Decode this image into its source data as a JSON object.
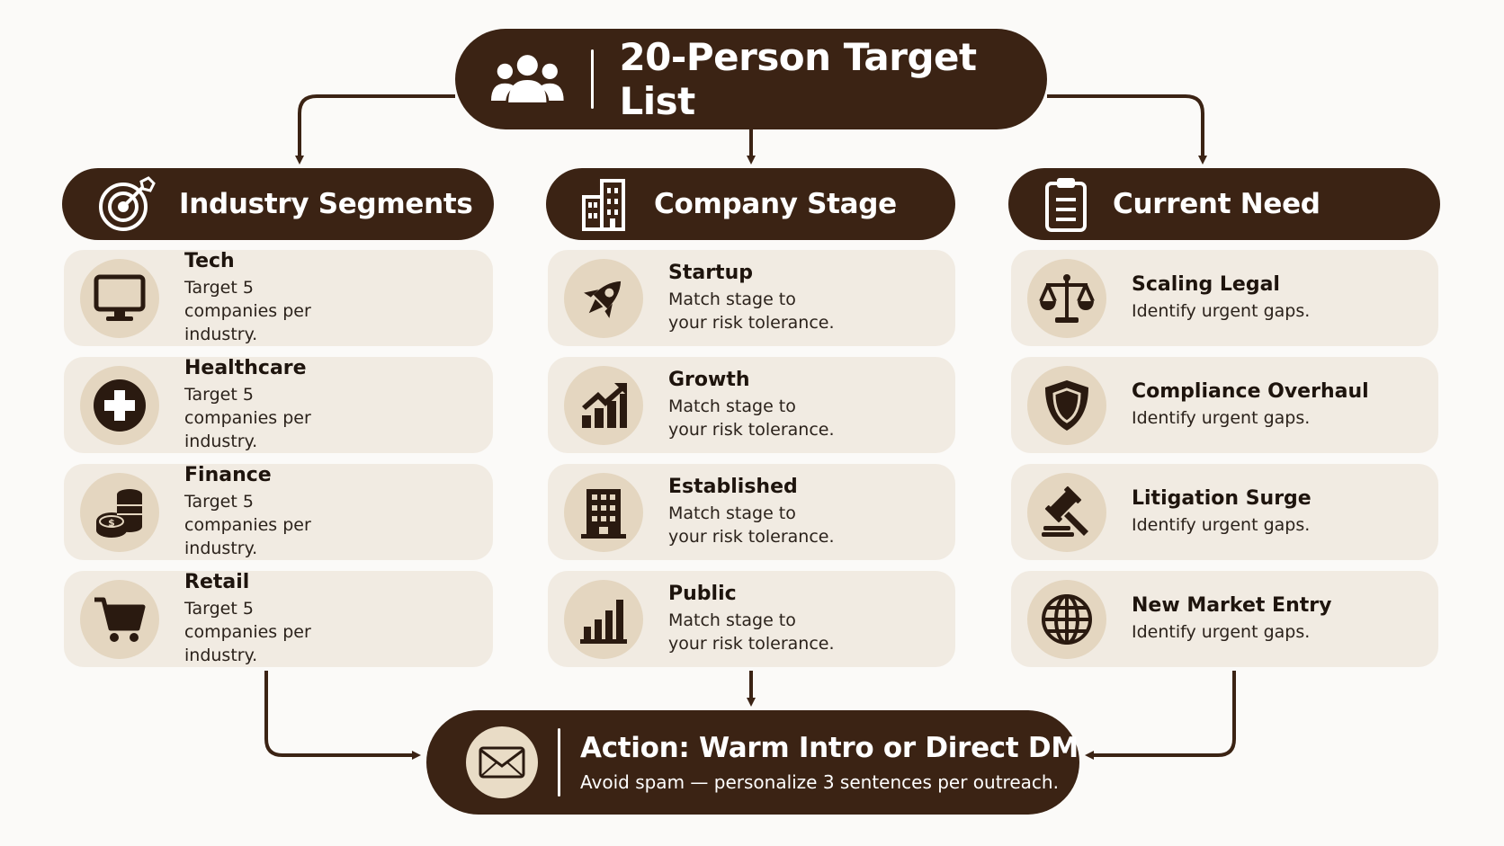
{
  "header": {
    "title": "20-Person Target List",
    "icon": "people-icon"
  },
  "columns": [
    {
      "title": "Industry Segments",
      "icon": "target-icon",
      "items": [
        {
          "title": "Tech",
          "desc": "Target 5 companies per industry.",
          "icon": "monitor-icon"
        },
        {
          "title": "Healthcare",
          "desc": "Target 5 companies per industry.",
          "icon": "medical-cross-icon"
        },
        {
          "title": "Finance",
          "desc": "Target 5 companies per industry.",
          "icon": "coins-icon"
        },
        {
          "title": "Retail",
          "desc": "Target 5 companies per industry.",
          "icon": "shopping-cart-icon"
        }
      ]
    },
    {
      "title": "Company Stage",
      "icon": "buildings-icon",
      "items": [
        {
          "title": "Startup",
          "desc": "Match stage to your risk tolerance.",
          "icon": "rocket-icon"
        },
        {
          "title": "Growth",
          "desc": "Match stage to your risk tolerance.",
          "icon": "growth-chart-icon"
        },
        {
          "title": "Established",
          "desc": "Match stage to your risk tolerance.",
          "icon": "office-building-icon"
        },
        {
          "title": "Public",
          "desc": "Match stage to your risk tolerance.",
          "icon": "bar-chart-icon"
        }
      ]
    },
    {
      "title": "Current Need",
      "icon": "clipboard-icon",
      "items": [
        {
          "title": "Scaling Legal",
          "desc": "Identify urgent gaps.",
          "icon": "scales-icon"
        },
        {
          "title": "Compliance Overhaul",
          "desc": "Identify urgent gaps.",
          "icon": "shield-icon"
        },
        {
          "title": "Litigation Surge",
          "desc": "Identify urgent gaps.",
          "icon": "gavel-icon"
        },
        {
          "title": "New Market Entry",
          "desc": "Identify urgent gaps.",
          "icon": "globe-icon"
        }
      ]
    }
  ],
  "action": {
    "title": "Action: Warm Intro or Direct DM",
    "subtitle": "Avoid spam — personalize 3 sentences per outreach.",
    "icon": "envelope-icon"
  },
  "colors": {
    "dark": "#3b2314",
    "card": "#f1ebe2",
    "icon_bg": "#e4d6c0",
    "background": "#fbfaf8"
  }
}
